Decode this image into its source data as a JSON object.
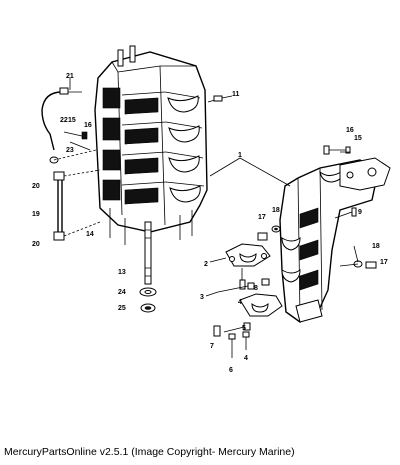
{
  "caption": "MercuryPartsOnline v2.5.1 (Image Copyright- Mercury Marine)",
  "callouts": {
    "c21": "21",
    "c22": "22",
    "c15a": "15",
    "c16a": "16",
    "c23": "23",
    "c20a": "20",
    "c19": "19",
    "c20b": "20",
    "c14": "14",
    "c11": "11",
    "c1": "1",
    "c16b": "16",
    "c15b": "15",
    "c9": "9",
    "c17a": "17",
    "c18a": "18",
    "c2": "2",
    "c13": "13",
    "c24": "24",
    "c25": "25",
    "c8": "8",
    "c4a": "4",
    "c3": "3",
    "c7": "7",
    "c5": "5",
    "c4b": "4",
    "c6": "6",
    "c18b": "18",
    "c17b": "17"
  }
}
